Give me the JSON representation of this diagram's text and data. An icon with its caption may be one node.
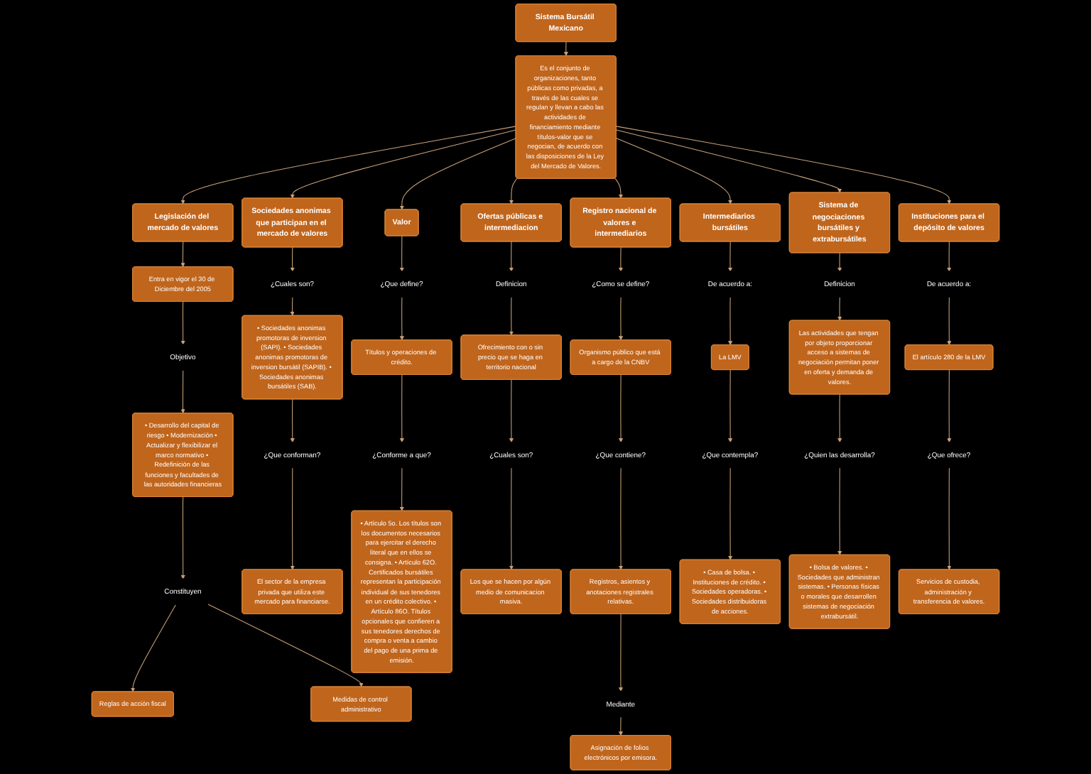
{
  "diagram": {
    "nodes": [
      {
        "text": [
          "Sistema Bursátil Mexicano"
        ]
      },
      {
        "text": [
          "Es el conjunto de organizaciones, tanto públicas como privadas, a través de las cuales se regulan y llevan a cabo las actividades de financiamiento mediante títulos-valor que se negocian, de acuerdo con las disposiciones de la Ley del Mercado de Valores."
        ]
      },
      {
        "text": [
          "Legislación del mercado de valores"
        ]
      },
      {
        "text": [
          "Entra en vigor el 30 de Diciembre del 2005"
        ]
      },
      {
        "text": [
          "Objetivo"
        ]
      },
      {
        "text": [
          "• Desarrollo del capital de riesgo • Modernización • Actualizar y flexibilizar el marco normativo • Redefinición de las funciones y facultades de las autoridades financieras"
        ]
      },
      {
        "text": [
          "Constituyen"
        ]
      },
      {
        "text": [
          "Reglas de acción fiscal"
        ]
      },
      {
        "text": [
          "Medidas de control administrativo"
        ]
      },
      {
        "text": [
          "Sociedades anonimas que participan en el mercado de valores"
        ]
      },
      {
        "text": [
          "¿Cuales son?"
        ]
      },
      {
        "text": [
          "• Sociedades anonimas promotoras de inversion (SAPI). • Sociedades anonimas promotoras de inversion bursátil (SAPIB). • Sociedades anonimas bursátiles (SAB)."
        ]
      },
      {
        "text": [
          "¿Que conforman?"
        ]
      },
      {
        "text": [
          "El sector de la empresa privada que utiliza este mercado para financiarse."
        ]
      },
      {
        "text": [
          "Valor"
        ]
      },
      {
        "text": [
          "¿Que define?"
        ]
      },
      {
        "text": [
          "Títulos y operaciones de crédito."
        ]
      },
      {
        "text": [
          "¿Conforme a que?"
        ]
      },
      {
        "text": [
          "• Artículo 5o. Los títulos son los documentos necesarios para ejercitar el derecho literal que en ellos se consigna. • Artículo 62O. Certificados bursátiles representan la participación individual de sus tenedores en un crédito colectivo. • Artículo 86O. Títulos opcionales que confieren a sus tenedores derechos de compra o venta a cambio del pago de una prima de emisión."
        ]
      },
      {
        "text": [
          "Ofertas públicas e intermediacion"
        ]
      },
      {
        "text": [
          "Definicion"
        ]
      },
      {
        "text": [
          "Ofrecimiento con o sin precio que se haga en territorio nacional"
        ]
      },
      {
        "text": [
          "¿Cuales son?"
        ]
      },
      {
        "text": [
          "Los que se hacen por algún medio de comunicacion masiva."
        ]
      },
      {
        "text": [
          "Registro nacional de valores e intermediarios"
        ]
      },
      {
        "text": [
          "¿Como se define?"
        ]
      },
      {
        "text": [
          "Organismo público que está a cargo de la CNBV"
        ]
      },
      {
        "text": [
          "¿Que contiene?"
        ]
      },
      {
        "text": [
          "Registros, asientos y anotaciones registrales relativas."
        ]
      },
      {
        "text": [
          "Mediante"
        ]
      },
      {
        "text": [
          "Asignación de folios electrónicos por emisora."
        ]
      },
      {
        "text": [
          "Intermediarios bursátiles"
        ]
      },
      {
        "text": [
          "De acuerdo a:"
        ]
      },
      {
        "text": [
          "La LMV"
        ]
      },
      {
        "text": [
          "¿Que contempla?"
        ]
      },
      {
        "text": [
          "• Casa de bolsa. • Instituciones de crédito. • Sociedades operadoras. • Sociedades distribuidoras de acciones."
        ]
      },
      {
        "text": [
          "Sistema de negociaciones bursátiles y extrabursátiles"
        ]
      },
      {
        "text": [
          "Definicion"
        ]
      },
      {
        "text": [
          "Las actividades que tengan por objeto proporcionar acceso a sistemas de negociación permitan poner en oferta y demanda de valores."
        ]
      },
      {
        "text": [
          "¿Quien las desarrolla?"
        ]
      },
      {
        "text": [
          "• Bolsa de valores. • Sociedades que administran sistemas. • Personas físicas o morales que desarrollen sistemas de negociación extrabursátil."
        ]
      },
      {
        "text": [
          "Instituciones para el depósito de valores"
        ]
      },
      {
        "text": [
          "De acuerdo a:"
        ]
      },
      {
        "text": [
          "El artículo 280 de la LMV"
        ]
      },
      {
        "text": [
          "¿Que ofrece?"
        ]
      },
      {
        "text": [
          "Servicios de custodia, administración y transferencia de valores."
        ]
      }
    ],
    "edges": [
      {
        "from": 0,
        "to": 1,
        "arrow": "to"
      },
      {
        "from": 1,
        "to": 2,
        "arrow": "to"
      },
      {
        "from": 2,
        "to": 3,
        "arrow": "to"
      },
      {
        "from": 3,
        "to": 4,
        "arrow": "to"
      },
      {
        "from": 4,
        "to": 5,
        "arrow": "to"
      },
      {
        "from": 5,
        "to": 6,
        "arrow": "to"
      },
      {
        "from": 6,
        "to": 7,
        "arrow": "to"
      },
      {
        "from": 6,
        "to": 8,
        "arrow": "to"
      },
      {
        "from": 1,
        "to": 9,
        "arrow": "to"
      },
      {
        "from": 9,
        "to": 10,
        "arrow": "to"
      },
      {
        "from": 10,
        "to": 11,
        "arrow": "to"
      },
      {
        "from": 11,
        "to": 12,
        "arrow": "to"
      },
      {
        "from": 12,
        "to": 13,
        "arrow": "to"
      },
      {
        "from": 1,
        "to": 14,
        "arrow": "to"
      },
      {
        "from": 14,
        "to": 15,
        "arrow": "to"
      },
      {
        "from": 15,
        "to": 16,
        "arrow": "to"
      },
      {
        "from": 16,
        "to": 17,
        "arrow": "to"
      },
      {
        "from": 17,
        "to": 18,
        "arrow": "to"
      },
      {
        "from": 1,
        "to": 19,
        "arrow": "to"
      },
      {
        "from": 19,
        "to": 20,
        "arrow": "to"
      },
      {
        "from": 20,
        "to": 21,
        "arrow": "to"
      },
      {
        "from": 21,
        "to": 22,
        "arrow": "to"
      },
      {
        "from": 22,
        "to": 23,
        "arrow": "to"
      },
      {
        "from": 1,
        "to": 24,
        "arrow": "to"
      },
      {
        "from": 24,
        "to": 25,
        "arrow": "to"
      },
      {
        "from": 25,
        "to": 26,
        "arrow": "to"
      },
      {
        "from": 26,
        "to": 27,
        "arrow": "to"
      },
      {
        "from": 27,
        "to": 28,
        "arrow": "to"
      },
      {
        "from": 28,
        "to": 29,
        "arrow": "to"
      },
      {
        "from": 29,
        "to": 30,
        "arrow": "to"
      },
      {
        "from": 1,
        "to": 31,
        "arrow": "to"
      },
      {
        "from": 31,
        "to": 32,
        "arrow": "to"
      },
      {
        "from": 32,
        "to": 33,
        "arrow": "to"
      },
      {
        "from": 33,
        "to": 34,
        "arrow": "to"
      },
      {
        "from": 34,
        "to": 35,
        "arrow": "to"
      },
      {
        "from": 1,
        "to": 36,
        "arrow": "to"
      },
      {
        "from": 36,
        "to": 37,
        "arrow": "to"
      },
      {
        "from": 37,
        "to": 38,
        "arrow": "to"
      },
      {
        "from": 38,
        "to": 39,
        "arrow": "to"
      },
      {
        "from": 39,
        "to": 40,
        "arrow": "to"
      },
      {
        "from": 1,
        "to": 41,
        "arrow": "to"
      },
      {
        "from": 41,
        "to": 42,
        "arrow": "to"
      },
      {
        "from": 42,
        "to": 43,
        "arrow": "to"
      },
      {
        "from": 43,
        "to": 44,
        "arrow": "to"
      },
      {
        "from": 44,
        "to": 45,
        "arrow": "to"
      }
    ]
  }
}
